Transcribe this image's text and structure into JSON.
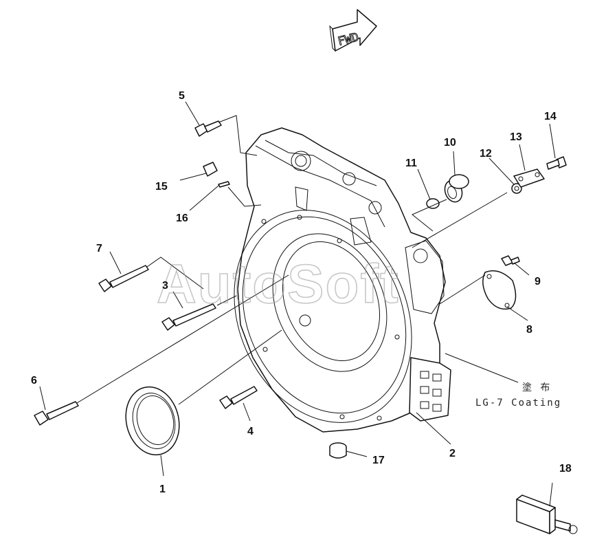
{
  "fwd_label": "FWD",
  "watermark": "AutoSoft",
  "coating_note": {
    "jp": "塗 布",
    "en": "LG-7 Coating"
  },
  "callouts": [
    "1",
    "2",
    "3",
    "4",
    "5",
    "6",
    "7",
    "8",
    "9",
    "10",
    "11",
    "12",
    "13",
    "14",
    "15",
    "16",
    "17",
    "18"
  ]
}
